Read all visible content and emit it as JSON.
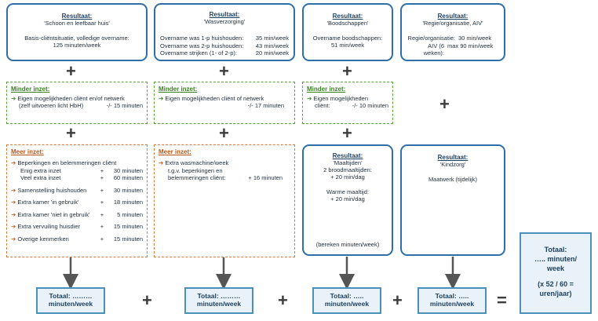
{
  "results": [
    {
      "heading": "Resultaat:",
      "name": "'Schoon en leefbaar huis'",
      "lines": [
        "Basis-cliëntsituatie, volledige overname:",
        "125 minuten/week"
      ]
    },
    {
      "heading": "Resultaat:",
      "name": "'Wasverzorging'",
      "rows": [
        [
          "Overname was 1-p huishouden:",
          "35 min/week"
        ],
        [
          "Overname was 2-p huishouden:",
          "43 min/week"
        ],
        [
          "Overname strijken (1- of 2-p):",
          "20 min/week"
        ]
      ]
    },
    {
      "heading": "Resultaat:",
      "name": "'Boodschappen'",
      "lines": [
        "Overname boodschappen:",
        "51 min/week"
      ]
    },
    {
      "heading": "Resultaat:",
      "name": "'Regie/organisatie, AIV'",
      "rows": [
        [
          "Regie/organisatie:",
          "30 min/week"
        ],
        [
          "AIV (6 weken):",
          "max 90 min/week"
        ]
      ]
    }
  ],
  "minder": [
    {
      "title": "Minder inzet:",
      "line1": "Eigen mogelijkheden cliënt en/of netwerk",
      "line2": "(zelf uitvoeren licht HbH)",
      "value": "-/- 15 minuten"
    },
    {
      "title": "Minder inzet:",
      "line1": "Eigen mogelijkheden cliënt of netwerk",
      "value": "-/- 17 minuten"
    },
    {
      "title": "Minder inzet:",
      "line1": "Eigen mogelijkheden",
      "line2": "cliënt:",
      "value": "-/- 10 minuten"
    }
  ],
  "meer1": {
    "title": "Meer inzet:",
    "items": [
      {
        "label": "Beperkingen en belemmeringen cliënt",
        "arrow": true
      },
      {
        "label": "Enig extra inzet",
        "op": "+",
        "value": "30 minuten",
        "arrow": false
      },
      {
        "label": "Veel extra inzet",
        "op": "+",
        "value": "60 minuten",
        "arrow": false
      },
      {
        "label": "Samenstelling huishouden",
        "op": "+",
        "value": "30 minuten",
        "arrow": true
      },
      {
        "label": "Extra kamer 'in gebruik'",
        "op": "+",
        "value": "18 minuten",
        "arrow": true
      },
      {
        "label": "Extra kamer 'niet in gebruik'",
        "op": "+",
        "value": "5 minuten",
        "arrow": true
      },
      {
        "label": "Extra vervuiling huisdier",
        "op": "+",
        "value": "15 minuten",
        "arrow": true
      },
      {
        "label": "Overige kenmerken",
        "op": "+",
        "value": "15 minuten",
        "arrow": true
      }
    ]
  },
  "meer2": {
    "title": "Meer inzet:",
    "line1": "Extra wasmachine/week",
    "line2": "t.g.v. beperkingen en",
    "line3": "belemmeringen cliënt:",
    "value": "+ 16 minuten"
  },
  "maaltijden": {
    "heading": "Resultaat:",
    "name": "'Maaltijden'",
    "l1": "2 broodmaaltijden:",
    "l2": "+ 20 min/dag",
    "l3": "Warme maaltijd:",
    "l4": "+ 20 min/dag",
    "footer": "(bereken minuten/week)"
  },
  "kindzorg": {
    "heading": "Resultaat:",
    "name": "'Kindzorg'",
    "line": "Maatwerk (tijdelijk)"
  },
  "totals": [
    {
      "label": "Totaal: ………",
      "unit": "minuten/week"
    },
    {
      "label": "Totaal: ………",
      "unit": "minuten/week"
    },
    {
      "label": "Totaal: …..",
      "unit": "minuten/week"
    },
    {
      "label": "Totaal: …..",
      "unit": "minuten/week"
    }
  ],
  "grand_total": {
    "l1": "Totaal:",
    "l2": "….. minuten/",
    "l3": "week",
    "l4": "(x 52 / 60 =",
    "l5": "uren/jaar)"
  },
  "ops": {
    "plus": "+",
    "equals": "="
  },
  "colors": {
    "result_border": "#2f6fa8",
    "minder_border": "#5aa03a",
    "meer_border": "#d9773a",
    "total_fill": "#e8f2f8"
  }
}
